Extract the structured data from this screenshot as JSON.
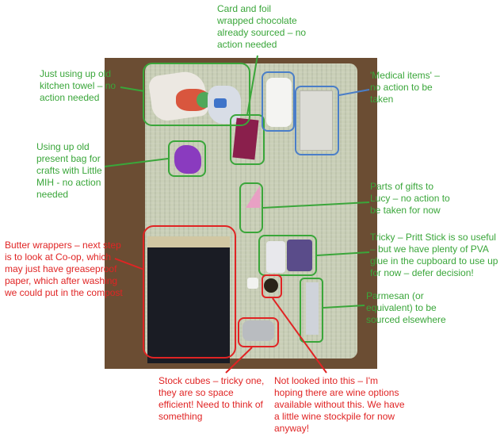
{
  "colors": {
    "green": "#3aa63a",
    "red": "#e02424",
    "blue": "#4a7ec8",
    "background": "#ffffff",
    "photo_background": "#6b4d33",
    "towel": "#c9cfb7"
  },
  "annotations": {
    "chocolate": "Card and foil wrapped chocolate already sourced – no action needed",
    "kitchen_towel": "Just using up old kitchen towel – no action needed",
    "medical": "'Medical items' – no action to be taken",
    "present_bag": "Using up old present bag for crafts with Little MIH - no action needed",
    "gifts": "Parts of gifts to Lucy – no action to be taken for now",
    "pritt": "Tricky – Pritt Stick is so useful – but we have plenty of PVA glue in the cupboard to use up for now – defer decision!",
    "butter": "Butter wrappers – next step is to look at Co-op, which may just have greaseproof paper, which after washing we could put in the compost",
    "parmesan": "Parmesan (or equivalent) to be sourced elsewhere",
    "stock_cubes": "Stock cubes – tricky one, they are so space efficient! Need to think of something",
    "wine": "Not looked into this – I'm hoping there are wine options available without this. We have a little wine stockpile for now anyway!"
  }
}
